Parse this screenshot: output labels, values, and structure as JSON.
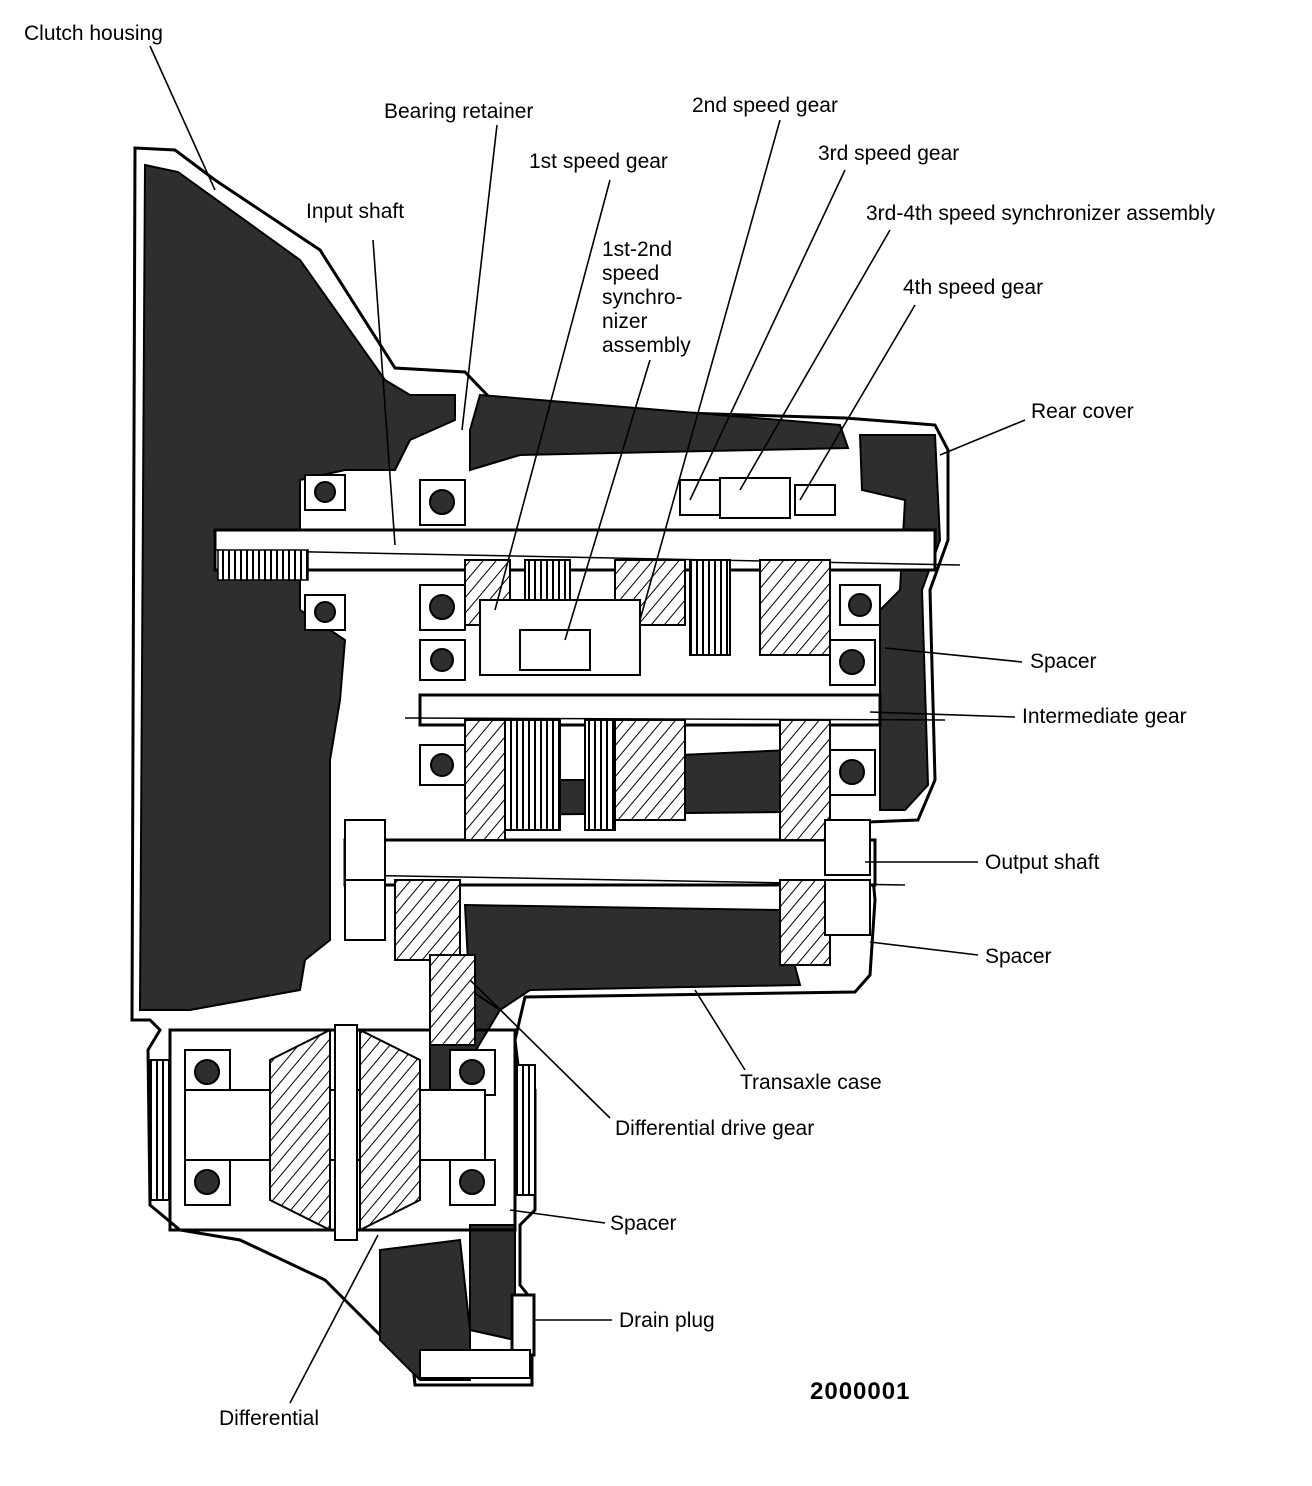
{
  "labels": {
    "clutch_housing": "Clutch housing",
    "bearing_retainer": "Bearing retainer",
    "second_speed_gear": "2nd speed gear",
    "first_speed_gear": "1st speed gear",
    "third_speed_gear": "3rd speed gear",
    "input_shaft": "Input shaft",
    "synchro_34": "3rd-4th speed synchronizer assembly",
    "synchro_12": "1st-2nd\nspeed\nsynchro-\nnizer\nassembly",
    "fourth_speed_gear": "4th speed gear",
    "rear_cover": "Rear cover",
    "spacer_upper": "Spacer",
    "intermediate_gear": "Intermediate gear",
    "output_shaft": "Output shaft",
    "spacer_middle": "Spacer",
    "transaxle_case": "Transaxle case",
    "differential_drive_gear": "Differential drive gear",
    "spacer_lower": "Spacer",
    "drain_plug": "Drain plug",
    "differential": "Differential",
    "figure_number": "2000001"
  },
  "colors": {
    "ink": "#000000",
    "fill_dark": "#2e2e2e",
    "paper": "#ffffff"
  }
}
